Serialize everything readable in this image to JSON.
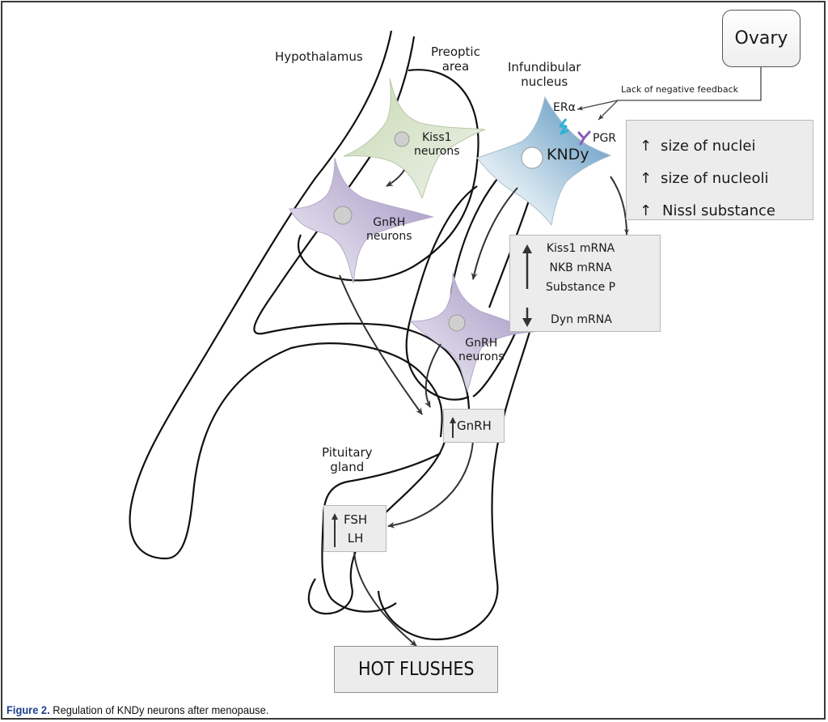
{
  "figure": {
    "caption_label": "Figure 2.",
    "caption_text": " Regulation of KNDy neurons after menopause."
  },
  "regions": {
    "hypothalamus": "Hypothalamus",
    "preoptic_line1": "Preoptic",
    "preoptic_line2": "area",
    "infundibular_line1": "Infundibular",
    "infundibular_line2": "nucleus",
    "pituitary_line1": "Pituitary",
    "pituitary_line2": "gland"
  },
  "organ": {
    "ovary": "Ovary",
    "feedback_label": "Lack of negative feedback"
  },
  "receptors": {
    "er_alpha": "ERα",
    "pgr": "PGR"
  },
  "neurons": {
    "kiss1_line1": "Kiss1",
    "kiss1_line2": "neurons",
    "gnrh_upper_line1": "GnRH",
    "gnrh_upper_line2": "neurons",
    "kndy": "KNDy",
    "gnrh_lower_line1": "GnRH",
    "gnrh_lower_line2": "neurons"
  },
  "kndy_changes": {
    "items": [
      {
        "direction": "up",
        "text": "size of nuclei"
      },
      {
        "direction": "up",
        "text": "size of nucleoli"
      },
      {
        "direction": "up",
        "text": "Nissl substance"
      }
    ]
  },
  "expression_box": {
    "up_items": [
      "Kiss1 mRNA",
      "NKB mRNA",
      "Substance P"
    ],
    "down_items": [
      "Dyn mRNA"
    ]
  },
  "hormones": {
    "gnrh": "GnRH",
    "fsh": "FSH",
    "lh": "LH"
  },
  "outcome": {
    "label": "HOT FLUSHES"
  },
  "colors": {
    "kiss1_neuron": "#c9d8b8",
    "gnrh_neuron": "#a89bc4",
    "kndy_neuron": "#6fa3c7",
    "er_alpha_receptor": "#2bb3d6",
    "pgr_receptor": "#8a5ab8",
    "caption_label": "#1f3f8f"
  }
}
